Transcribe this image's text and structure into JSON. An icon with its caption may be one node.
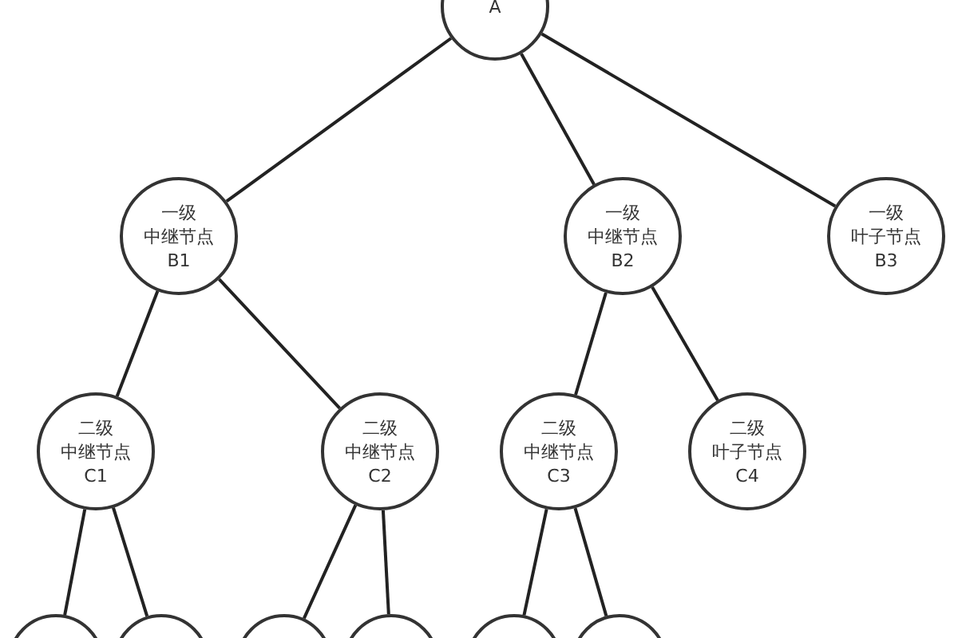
{
  "diagram": {
    "nodes": [
      {
        "text": [
          "A"
        ]
      },
      {
        "text": [
          "一级",
          "中继节点",
          "B1"
        ]
      },
      {
        "text": [
          "一级",
          "中继节点",
          "B2"
        ]
      },
      {
        "text": [
          "一级",
          "叶子节点",
          "B3"
        ]
      },
      {
        "text": [
          "二级",
          "中继节点",
          "C1"
        ]
      },
      {
        "text": [
          "二级",
          "中继节点",
          "C2"
        ]
      },
      {
        "text": [
          "二级",
          "中继节点",
          "C3"
        ]
      },
      {
        "text": [
          "二级",
          "叶子节点",
          "C4"
        ]
      },
      {
        "text": [],
        "shape": "circle"
      },
      {
        "text": [],
        "shape": "circle"
      },
      {
        "text": [],
        "shape": "circle"
      },
      {
        "text": [],
        "shape": "circle"
      },
      {
        "text": [],
        "shape": "circle"
      },
      {
        "text": [],
        "shape": "circle"
      }
    ],
    "edges": [
      {
        "from": 0,
        "to": 1,
        "arrow": "none"
      },
      {
        "from": 0,
        "to": 2,
        "arrow": "none"
      },
      {
        "from": 0,
        "to": 3,
        "arrow": "none"
      },
      {
        "from": 1,
        "to": 4,
        "arrow": "none"
      },
      {
        "from": 1,
        "to": 5,
        "arrow": "none"
      },
      {
        "from": 2,
        "to": 6,
        "arrow": "none"
      },
      {
        "from": 2,
        "to": 7,
        "arrow": "none"
      },
      {
        "from": 4,
        "to": 8,
        "arrow": "none"
      },
      {
        "from": 4,
        "to": 9,
        "arrow": "none"
      },
      {
        "from": 5,
        "to": 10,
        "arrow": "none"
      },
      {
        "from": 5,
        "to": 11,
        "arrow": "none"
      },
      {
        "from": 6,
        "to": 12,
        "arrow": "none"
      },
      {
        "from": 6,
        "to": 13,
        "arrow": "none"
      }
    ]
  }
}
